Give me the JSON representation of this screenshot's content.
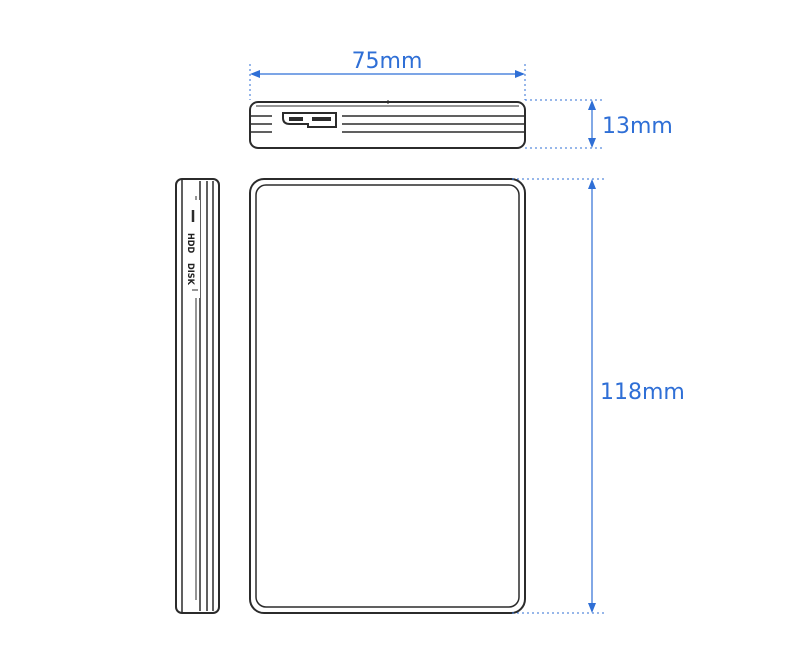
{
  "dimensions": {
    "width": "75mm",
    "thickness": "13mm",
    "length": "118mm"
  },
  "side_print": {
    "line1": "HDD",
    "line2": "DISK"
  },
  "colors": {
    "dimension": "#2f6fd6",
    "outline": "#2b2b2b"
  }
}
